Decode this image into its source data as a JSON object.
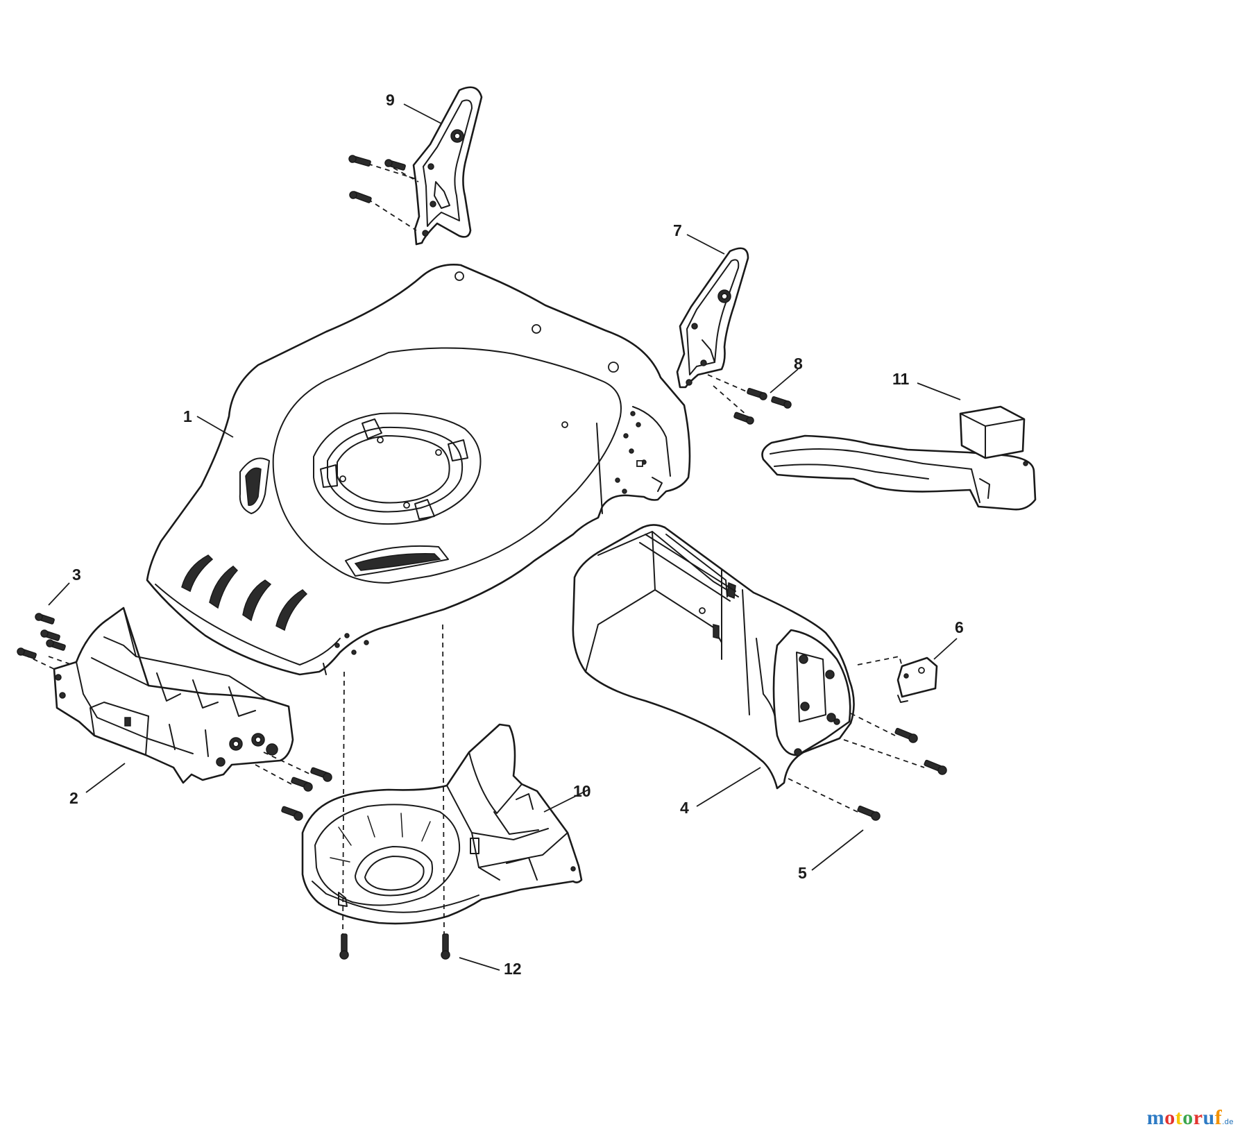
{
  "callouts": {
    "c1": "1",
    "c2": "2",
    "c3": "3",
    "c4": "4",
    "c5": "5",
    "c6": "6",
    "c7": "7",
    "c8": "8",
    "c9": "9",
    "c10": "10",
    "c11": "11",
    "c12": "12"
  },
  "watermark": {
    "text": "motoruf",
    "suffix": ".de",
    "letter_colors": [
      "#2e7bc4",
      "#e3342f",
      "#f6c700",
      "#3aa64c",
      "#e3342f",
      "#2e7bc4",
      "#f39200"
    ]
  }
}
